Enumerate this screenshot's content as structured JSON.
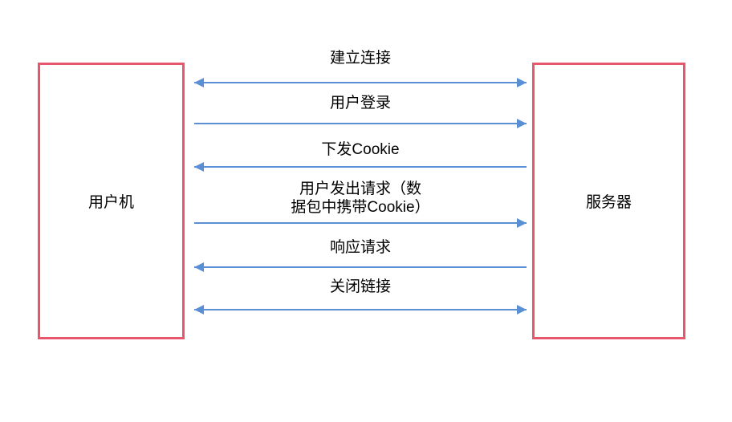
{
  "diagram": {
    "type": "sequence-diagram",
    "left_node": {
      "label": "用户机"
    },
    "right_node": {
      "label": "服务器"
    },
    "messages": [
      {
        "label": "建立连接",
        "direction": "both"
      },
      {
        "label": "用户登录",
        "direction": "right"
      },
      {
        "label": "下发Cookie",
        "direction": "left"
      },
      {
        "label": "用户发出请求（数\n据包中携带Cookie）",
        "direction": "right"
      },
      {
        "label": "响应请求",
        "direction": "left"
      },
      {
        "label": "关闭链接",
        "direction": "both"
      }
    ],
    "colors": {
      "node_border": "#e8566e",
      "arrow": "#5b8fd5",
      "text": "#000000",
      "background": "#ffffff"
    }
  }
}
